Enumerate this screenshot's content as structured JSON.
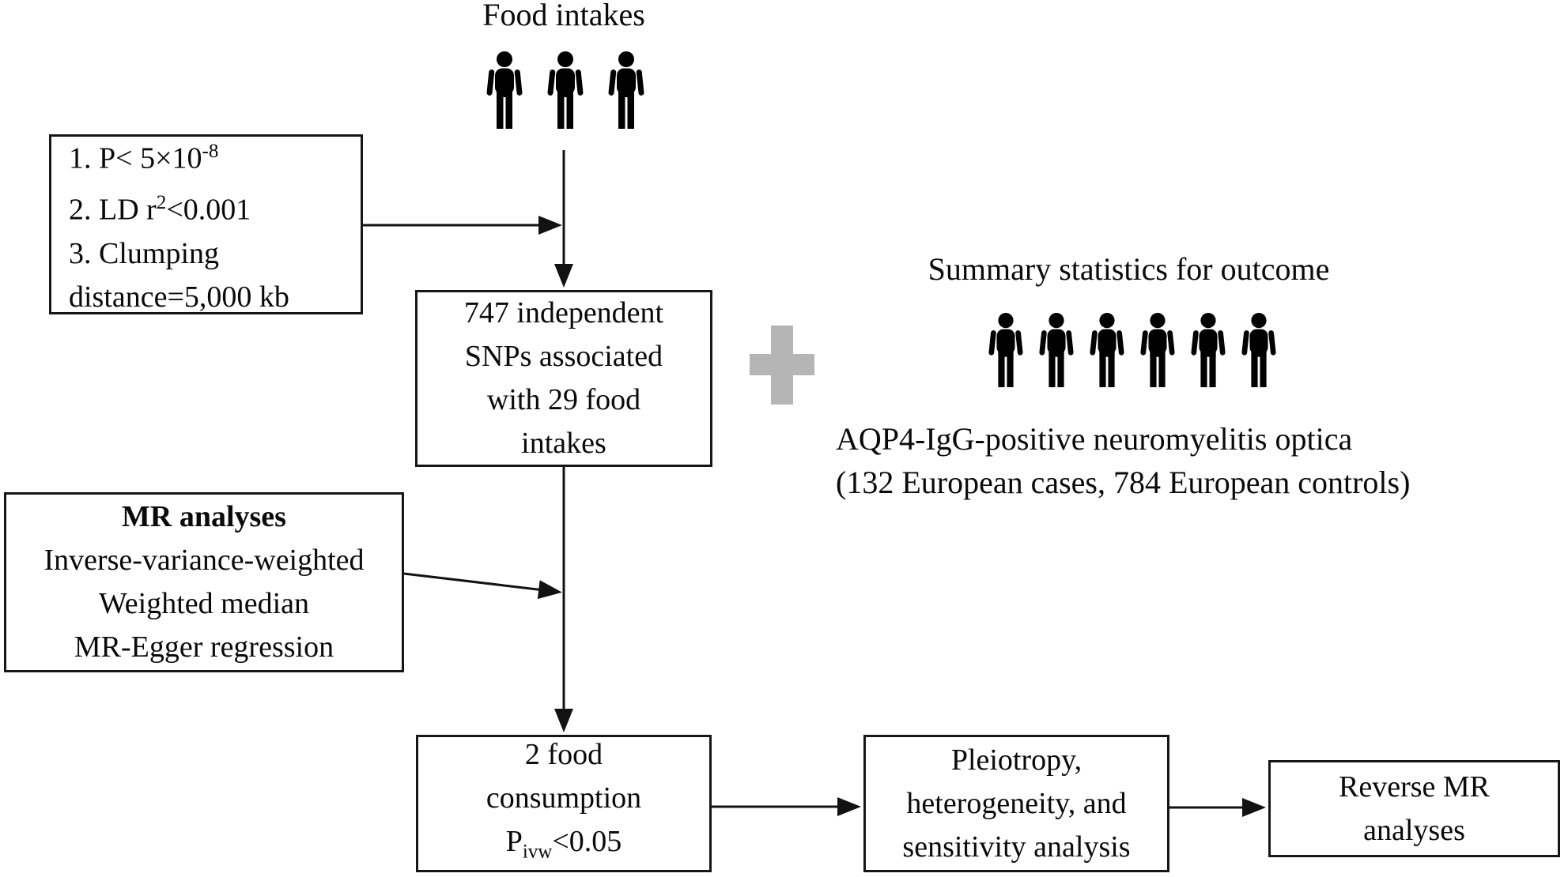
{
  "colors": {
    "plus": "#b5b5b5",
    "line": "#121212"
  },
  "exposure": {
    "label": "Food intakes",
    "person_count": 3
  },
  "criteria_box": {
    "line1_pre": "1. P< 5×10",
    "line1_sup": "-8",
    "line2_pre": "2. LD r",
    "line2_sup": "2",
    "line2_post": "<0.001",
    "line3": "3. Clumping",
    "line4": "distance=5,000 kb"
  },
  "snp_box": {
    "lines": [
      "747 independent",
      "SNPs associated",
      "with 29 food",
      "intakes"
    ]
  },
  "outcome": {
    "label": "Summary statistics for outcome",
    "person_count": 6,
    "desc_line1": "AQP4-IgG-positive neuromyelitis optica",
    "desc_line2": "(132 European cases, 784 European controls)"
  },
  "mr_box": {
    "title": "MR analyses",
    "lines": [
      "Inverse-variance-weighted",
      "Weighted median",
      "MR-Egger regression"
    ]
  },
  "result_box": {
    "line1": "2 food",
    "line2": "consumption",
    "p_pre": "P",
    "p_sub": "ivw",
    "p_post": "<0.05"
  },
  "sensitivity_box": {
    "lines": [
      "Pleiotropy,",
      "heterogeneity, and",
      "sensitivity analysis"
    ]
  },
  "reverse_box": {
    "lines": [
      "Reverse MR",
      "analyses"
    ]
  }
}
